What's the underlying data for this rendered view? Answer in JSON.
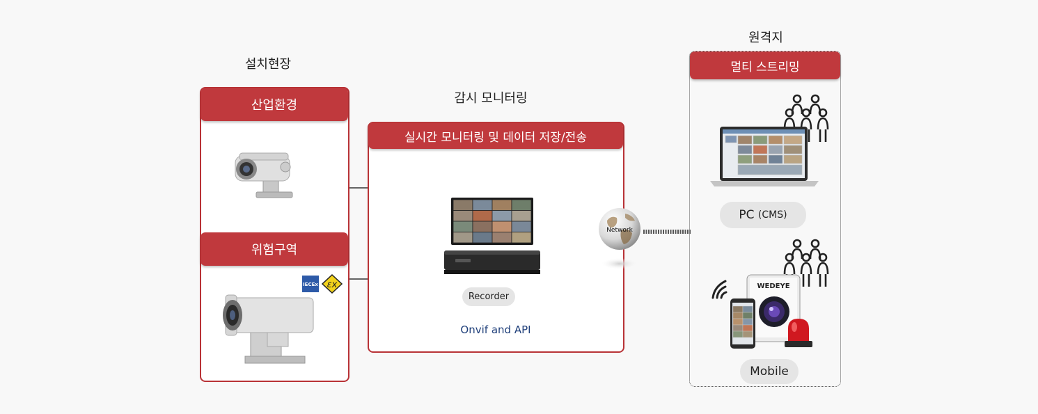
{
  "site": {
    "title": "설치현장",
    "industrial_label": "산업환경",
    "hazard_label": "위험구역"
  },
  "monitoring": {
    "title": "감시 모니터링",
    "panel_header": "실시간 모니터링 및 데이터 저장/전송",
    "recorder_label": "Recorder",
    "protocol_label": "Onvif and API",
    "network_label": "Network",
    "cert_badge_text": "IECEx"
  },
  "remote": {
    "title": "원격지",
    "panel_header": "멀티 스트리밍",
    "pc_label_main": "PC",
    "pc_label_sub": "(CMS)",
    "mobile_label": "Mobile",
    "app_logo_text": "WEDEYE"
  },
  "colors": {
    "accent_red": "#c0393d",
    "panel_border": "#b83236",
    "pill_bg": "#e5e5e5",
    "protocol_text": "#1f3f7a"
  },
  "icons": [
    "camera-icon",
    "explosion-proof-camera-icon",
    "ex-mark-icon",
    "iecex-badge-icon",
    "monitor-icon",
    "recorder-icon",
    "globe-icon",
    "laptop-icon",
    "people-icon",
    "smartphone-icon",
    "tablet-icon",
    "wifi-signal-icon",
    "siren-icon"
  ]
}
